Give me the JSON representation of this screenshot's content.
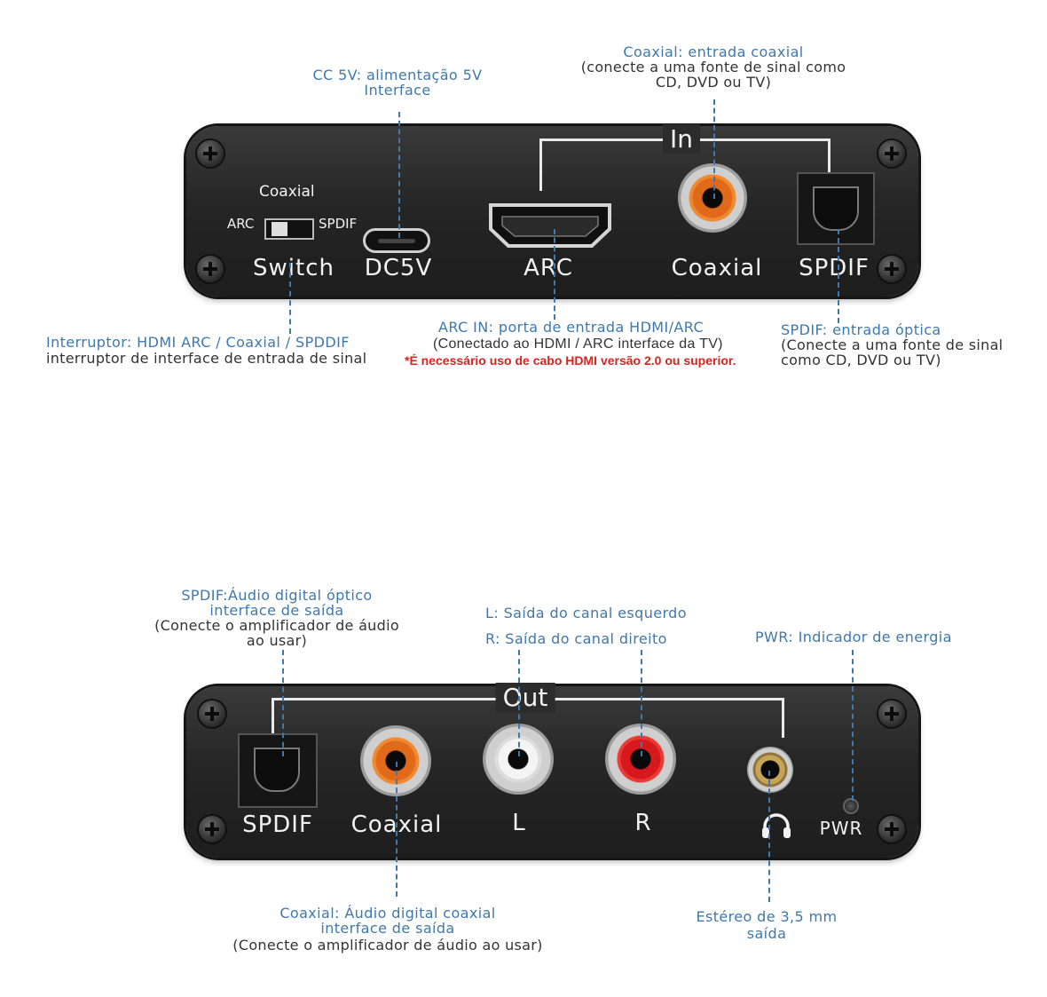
{
  "top_panel": {
    "labels": {
      "coaxial_title": "Coaxial",
      "arc": "ARC",
      "spdif_small": "SPDIF",
      "switch": "Switch",
      "dc5v": "DC5V",
      "arc_port": "ARC",
      "coaxial": "Coaxial",
      "spdif": "SPDIF",
      "in": "In"
    }
  },
  "bottom_panel": {
    "labels": {
      "out": "Out",
      "spdif": "SPDIF",
      "coaxial": "Coaxial",
      "l": "L",
      "r": "R",
      "pwr": "PWR"
    }
  },
  "callouts": {
    "cc5v": {
      "line1": "CC 5V: alimentação 5V",
      "line2": "Interface"
    },
    "coax_in": {
      "line1": "Coaxial: entrada coaxial",
      "line2": "(conecte a uma fonte de sinal como",
      "line3": "CD, DVD ou TV)"
    },
    "switch": {
      "line1": "Interruptor: HDMI ARC / Coaxial / SPDDIF",
      "line2": "interruptor de interface de entrada de sinal"
    },
    "arc_in": {
      "line1": "ARC IN: porta de entrada HDMI/ARC",
      "line2": "(Conectado ao HDMI / ARC interface da TV)",
      "note": "*É necessário uso de cabo HDMI versão 2.0 ou superior."
    },
    "spdif_in": {
      "line1": "SPDIF: entrada óptica",
      "line2": "(Conecte a uma fonte de sinal",
      "line3": "como CD, DVD ou TV)"
    },
    "spdif_out": {
      "line1": "SPDIF:Áudio digital óptico",
      "line2": "interface de saída",
      "line3": "(Conecte o amplificador de áudio",
      "line4": "ao usar)"
    },
    "lr": {
      "l": "L: Saída do canal esquerdo",
      "r": "R: Saída do canal direito"
    },
    "pwr": {
      "line1": "PWR: Indicador de energia"
    },
    "coax_out": {
      "line1": "Coaxial: Áudio digital coaxial",
      "line2": "interface de saída",
      "line3": "(Conecte o amplificador de áudio ao usar)"
    },
    "stereo": {
      "line1": "Estéreo de 3,5 mm",
      "line2": "saída"
    }
  },
  "colors": {
    "accent_blue": "#3f78ae",
    "warning_red": "#d8231f",
    "panel": "#262626"
  },
  "icons": [
    "screw-icon",
    "headphone-icon",
    "toggle-switch-icon"
  ]
}
